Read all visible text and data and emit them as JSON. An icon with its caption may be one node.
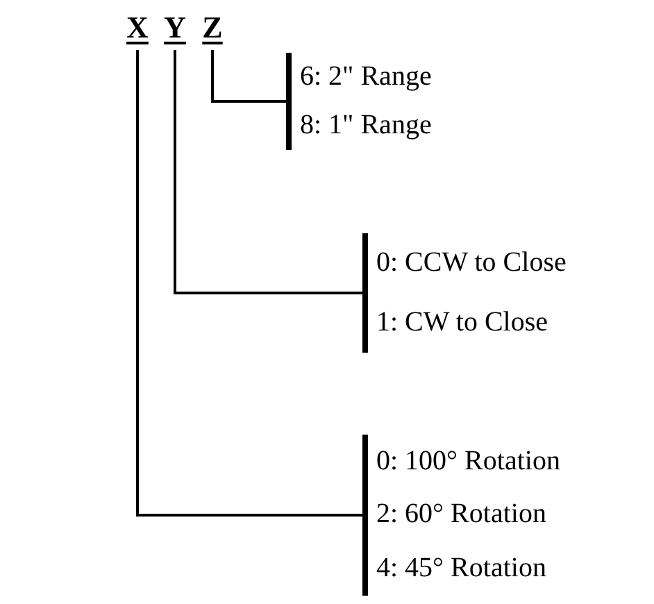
{
  "diagram": {
    "nodes": [
      {
        "text": [
          "X"
        ]
      },
      {
        "text": [
          "Y"
        ]
      },
      {
        "text": [
          "Z"
        ]
      },
      {
        "text": [
          "6: 2\" Range",
          "8: 1\" Range"
        ]
      },
      {
        "text": [
          "0: CCW to Close",
          "1: CW to Close"
        ]
      },
      {
        "text": [
          "0: 100° Rotation",
          "2: 60° Rotation",
          "4: 45° Rotation"
        ]
      }
    ],
    "edges": [
      {
        "from": 2,
        "to": 3,
        "arrow": "none"
      },
      {
        "from": 1,
        "to": 4,
        "arrow": "none"
      },
      {
        "from": 0,
        "to": 5,
        "arrow": "none"
      }
    ]
  }
}
